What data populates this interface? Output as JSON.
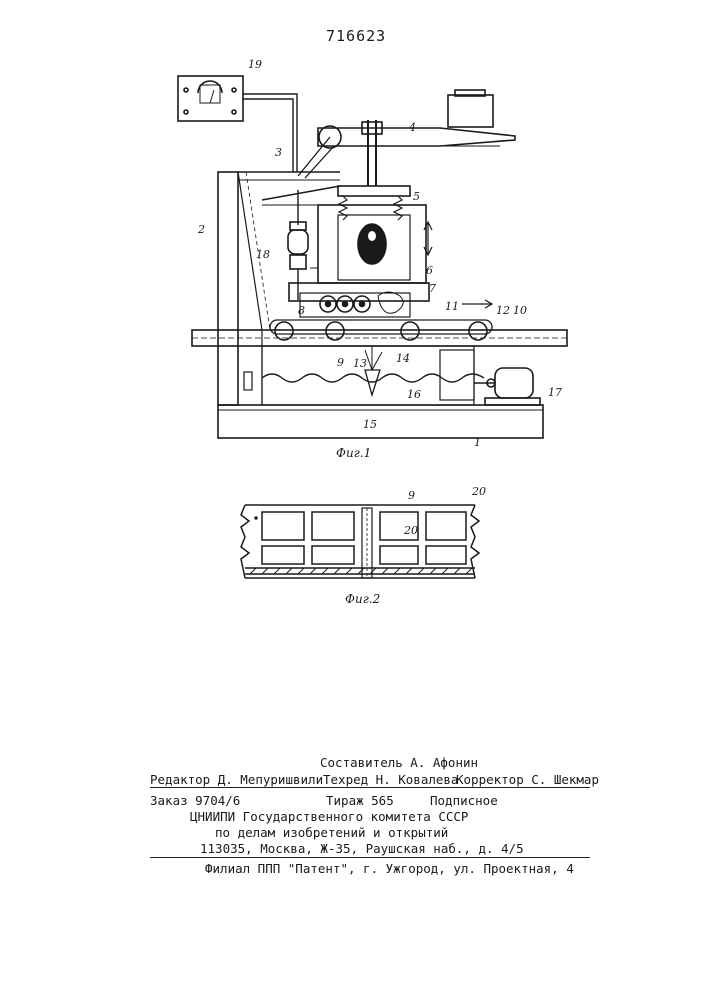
{
  "patent_number": "716623",
  "figure1": {
    "caption": "Фиг.1",
    "labels": [
      "1",
      "2",
      "3",
      "4",
      "5",
      "6",
      "7",
      "8",
      "9",
      "10",
      "11",
      "12",
      "13",
      "14",
      "15",
      "16",
      "17",
      "18",
      "19"
    ]
  },
  "figure2": {
    "caption": "Фиг.2",
    "labels": [
      "9",
      "20",
      "20"
    ]
  },
  "footer": {
    "compiler": "Составитель А. Афонин",
    "editor": "Редактор Д. Мепуришвили",
    "techred": "Техред Н. Ковалева",
    "corrector": "Корректор С. Шекмар",
    "order": "Заказ 9704/6",
    "print_run": "Тираж 565",
    "subscription": "Подписное",
    "org": "ЦНИИПИ Государственного комитета СССР",
    "org2": "по делам изобретений и открытий",
    "address": "113035, Москва, Ж-35, Раушская наб., д. 4/5",
    "branch": "Филиал ППП \"Патент\", г. Ужгород, ул. Проектная, 4"
  }
}
